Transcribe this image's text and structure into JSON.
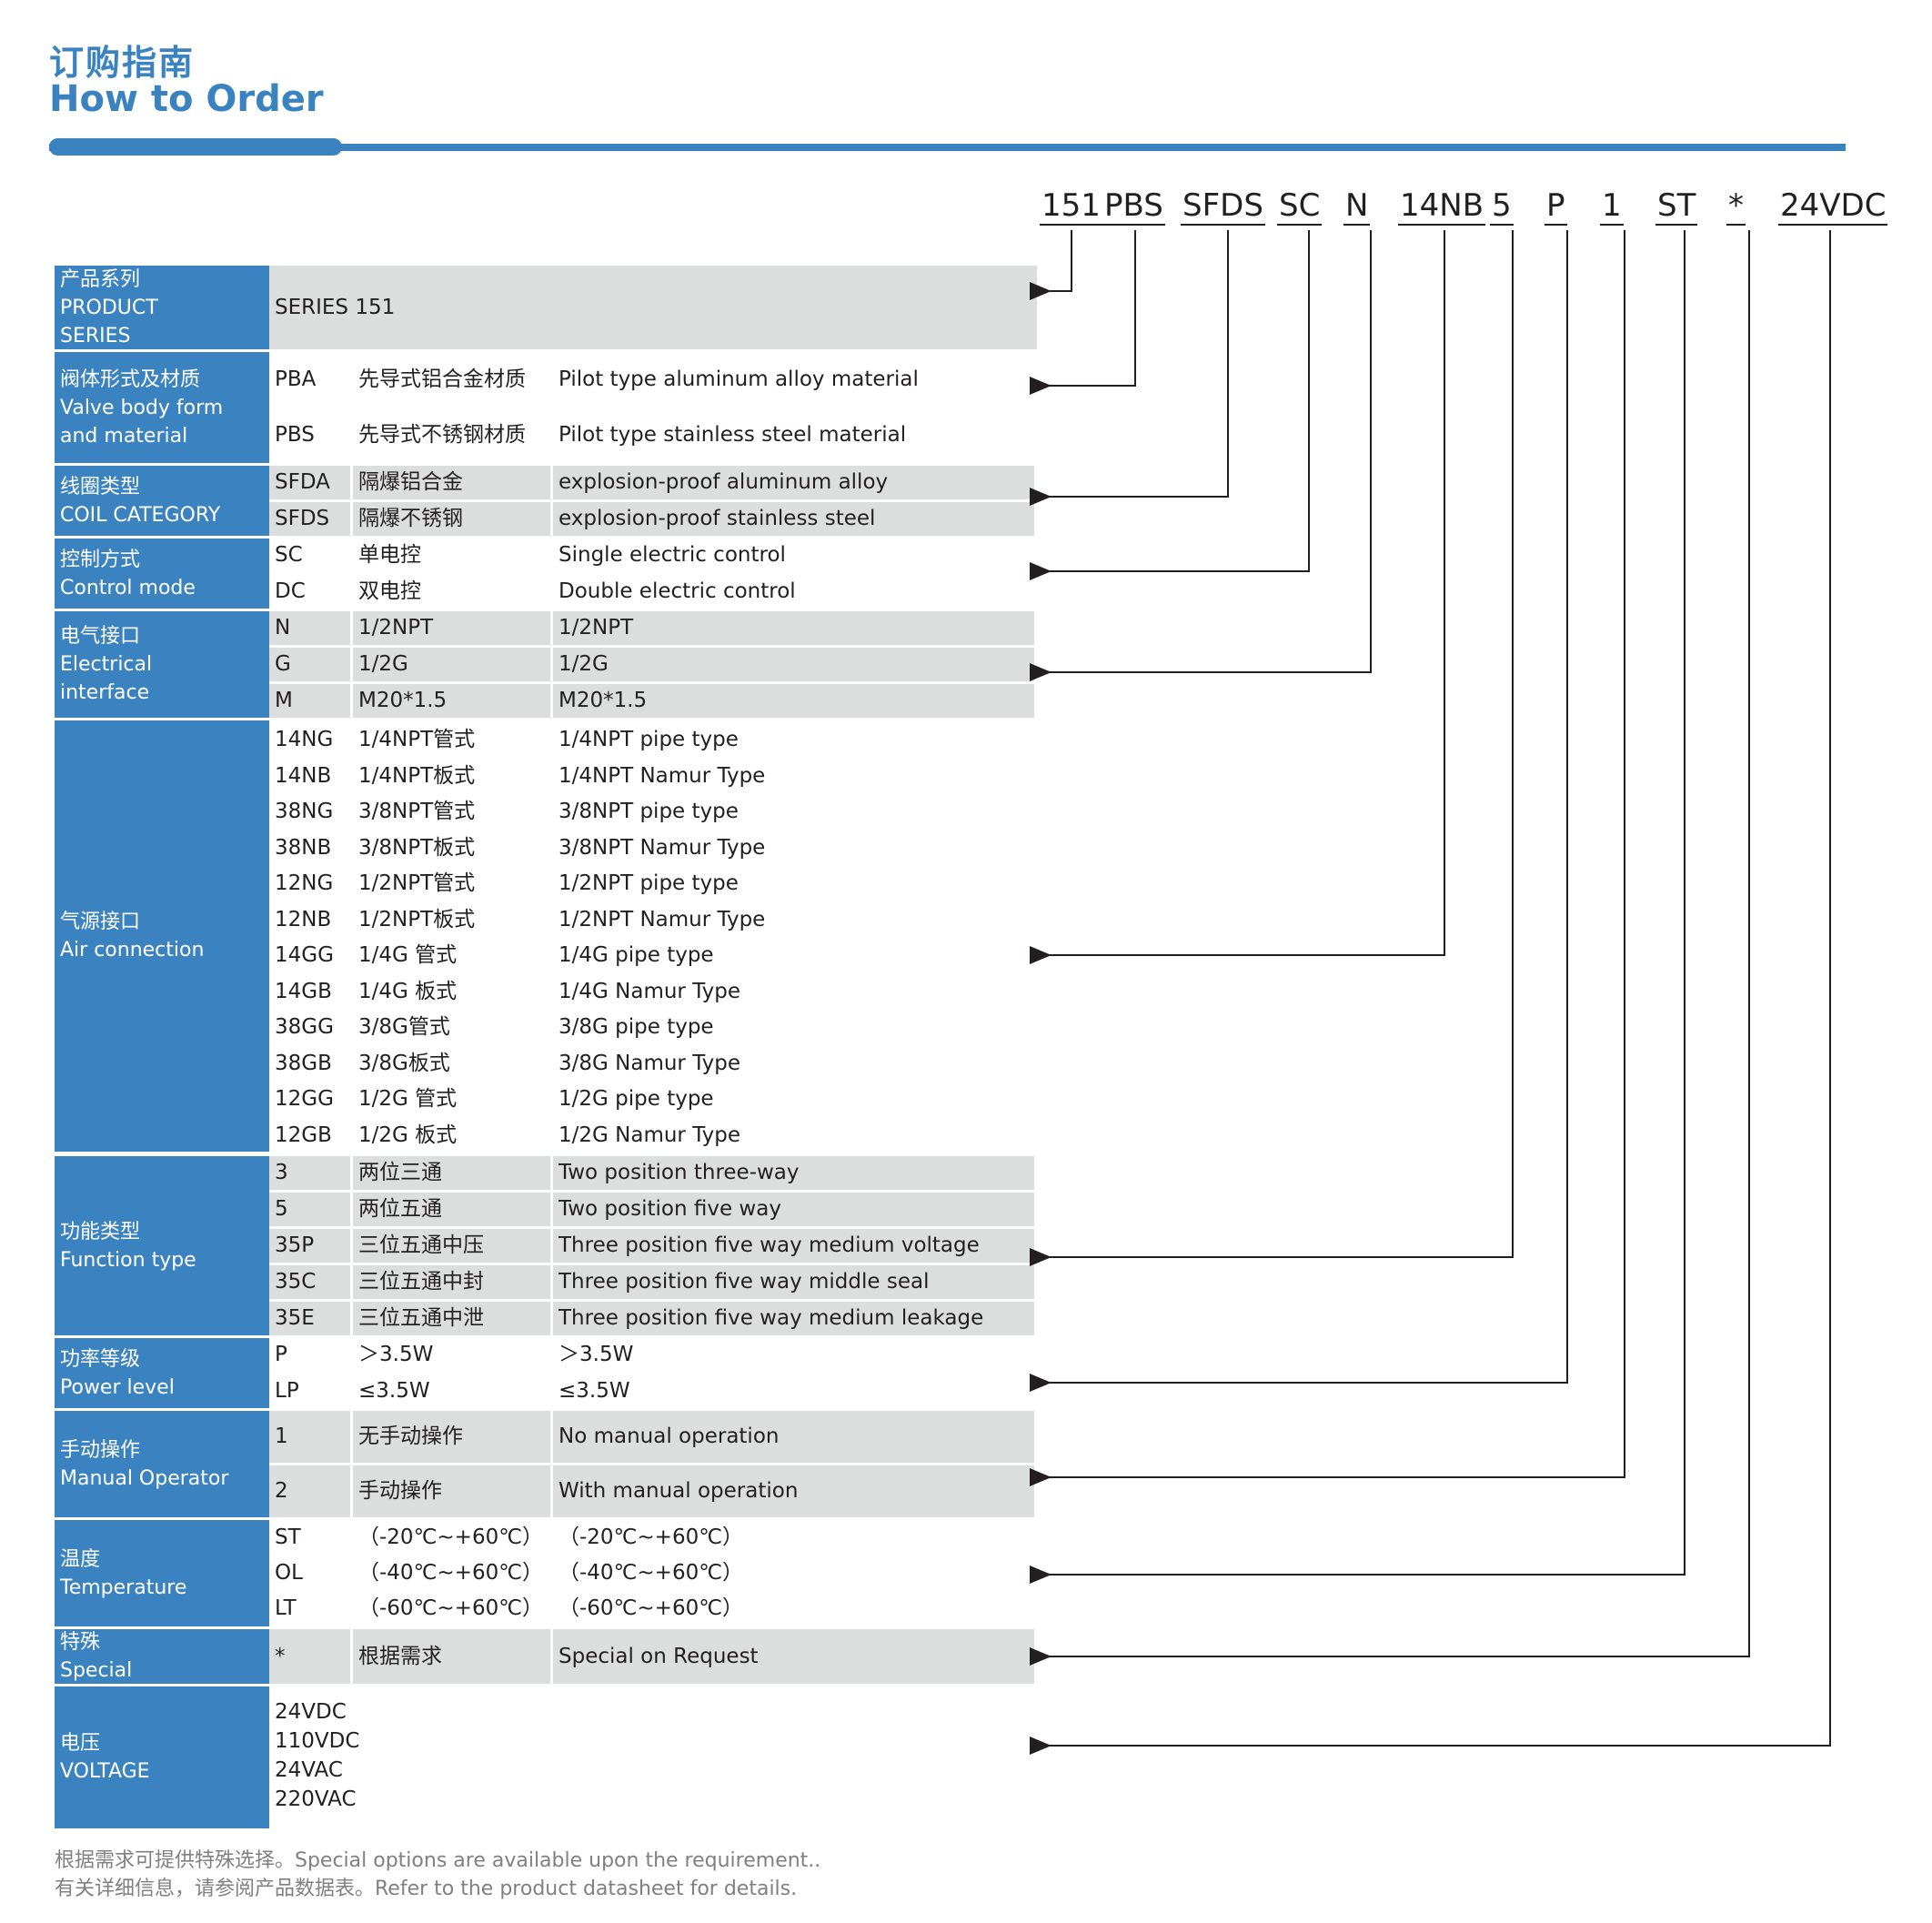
{
  "title": {
    "cn": "订购指南",
    "en": "How to Order"
  },
  "codes": [
    "151",
    "PBS",
    "SFDS",
    "SC",
    "N",
    "14NB",
    "5",
    "P",
    "1",
    "ST",
    "*",
    "24VDC"
  ],
  "groups": {
    "series": {
      "label": [
        "产品系列",
        "PRODUCT",
        "SERIES"
      ],
      "value": "SERIES 151"
    },
    "body": {
      "label": [
        "阀体形式及材质",
        "Valve body form",
        "and material"
      ],
      "rows": [
        {
          "code": "PBA",
          "cn": "先导式铝合金材质",
          "en": "Pilot type aluminum alloy material"
        },
        {
          "code": "PBS",
          "cn": "先导式不锈钢材质",
          "en": "Pilot type stainless steel material"
        }
      ]
    },
    "coil": {
      "label": [
        "线圈类型",
        "COIL CATEGORY"
      ],
      "rows": [
        {
          "code": "SFDA",
          "cn": "隔爆铝合金",
          "en": "explosion-proof aluminum alloy"
        },
        {
          "code": "SFDS",
          "cn": "隔爆不锈钢",
          "en": "explosion-proof stainless steel"
        }
      ]
    },
    "control": {
      "label": [
        "控制方式",
        "Control mode"
      ],
      "rows": [
        {
          "code": "SC",
          "cn": "单电控",
          "en": "Single electric control"
        },
        {
          "code": "DC",
          "cn": "双电控",
          "en": "Double electric control"
        }
      ]
    },
    "electrical": {
      "label": [
        "电气接口",
        "Electrical",
        "interface"
      ],
      "rows": [
        {
          "code": "N",
          "cn": "1/2NPT",
          "en": "1/2NPT"
        },
        {
          "code": "G",
          "cn": "1/2G",
          "en": "1/2G"
        },
        {
          "code": "M",
          "cn": "M20*1.5",
          "en": "M20*1.5"
        }
      ]
    },
    "air": {
      "label": [
        "气源接口",
        "Air connection"
      ],
      "rows": [
        {
          "code": "14NG",
          "cn": "1/4NPT管式",
          "en": "1/4NPT pipe type"
        },
        {
          "code": "14NB",
          "cn": "1/4NPT板式",
          "en": "1/4NPT Namur Type"
        },
        {
          "code": "38NG",
          "cn": "3/8NPT管式",
          "en": "3/8NPT pipe type"
        },
        {
          "code": "38NB",
          "cn": "3/8NPT板式",
          "en": "3/8NPT Namur Type"
        },
        {
          "code": "12NG",
          "cn": "1/2NPT管式",
          "en": "1/2NPT pipe type"
        },
        {
          "code": "12NB",
          "cn": "1/2NPT板式",
          "en": "1/2NPT Namur Type"
        },
        {
          "code": "14GG",
          "cn": "1/4G 管式",
          "en": "1/4G pipe type"
        },
        {
          "code": "14GB",
          "cn": "1/4G 板式",
          "en": "1/4G Namur Type"
        },
        {
          "code": "38GG",
          "cn": "3/8G管式",
          "en": "3/8G pipe type"
        },
        {
          "code": "38GB",
          "cn": "3/8G板式",
          "en": "3/8G Namur Type"
        },
        {
          "code": "12GG",
          "cn": "1/2G 管式",
          "en": "1/2G pipe type"
        },
        {
          "code": "12GB",
          "cn": "1/2G 板式",
          "en": "1/2G Namur Type"
        }
      ]
    },
    "function": {
      "label": [
        "功能类型",
        "Function type"
      ],
      "rows": [
        {
          "code": "3",
          "cn": "两位三通",
          "en": "Two position three-way"
        },
        {
          "code": "5",
          "cn": "两位五通",
          "en": "Two position five way"
        },
        {
          "code": "35P",
          "cn": "三位五通中压",
          "en": "Three position five way medium voltage"
        },
        {
          "code": "35C",
          "cn": "三位五通中封",
          "en": "Three position five way middle seal"
        },
        {
          "code": "35E",
          "cn": "三位五通中泄",
          "en": "Three position five way medium leakage"
        }
      ]
    },
    "power": {
      "label": [
        "功率等级",
        "Power level"
      ],
      "rows": [
        {
          "code": "P",
          "cn": "＞3.5W",
          "en": "＞3.5W"
        },
        {
          "code": "LP",
          "cn": "≤3.5W",
          "en": "≤3.5W"
        }
      ]
    },
    "manual": {
      "label": [
        "手动操作",
        "Manual Operator"
      ],
      "rows": [
        {
          "code": "1",
          "cn": "无手动操作",
          "en": "No manual operation"
        },
        {
          "code": "2",
          "cn": "手动操作",
          "en": "With manual operation"
        }
      ]
    },
    "temperature": {
      "label": [
        "温度",
        "Temperature"
      ],
      "rows": [
        {
          "code": "ST",
          "cn": "（-20℃~+60℃）",
          "en": "（-20℃~+60℃）"
        },
        {
          "code": "OL",
          "cn": "（-40℃~+60℃）",
          "en": "（-40℃~+60℃）"
        },
        {
          "code": "LT",
          "cn": "（-60℃~+60℃）",
          "en": "（-60℃~+60℃）"
        }
      ]
    },
    "special": {
      "label": [
        "特殊",
        "Special"
      ],
      "rows": [
        {
          "code": "*",
          "cn": "根据需求",
          "en": "Special on Request"
        }
      ]
    },
    "voltage": {
      "label": [
        "电压",
        "VOLTAGE"
      ],
      "values": [
        "24VDC",
        "110VDC",
        "24VAC",
        "220VAC"
      ]
    }
  },
  "notes": [
    "根据需求可提供特殊选择。Special options are available upon the requirement..",
    "有关详细信息，请参阅产品数据表。Refer to the product datasheet for details."
  ],
  "colors": {
    "accent": "#3a83c0",
    "shade": "#dcdddd",
    "text": "#231f20",
    "note": "#808080"
  }
}
